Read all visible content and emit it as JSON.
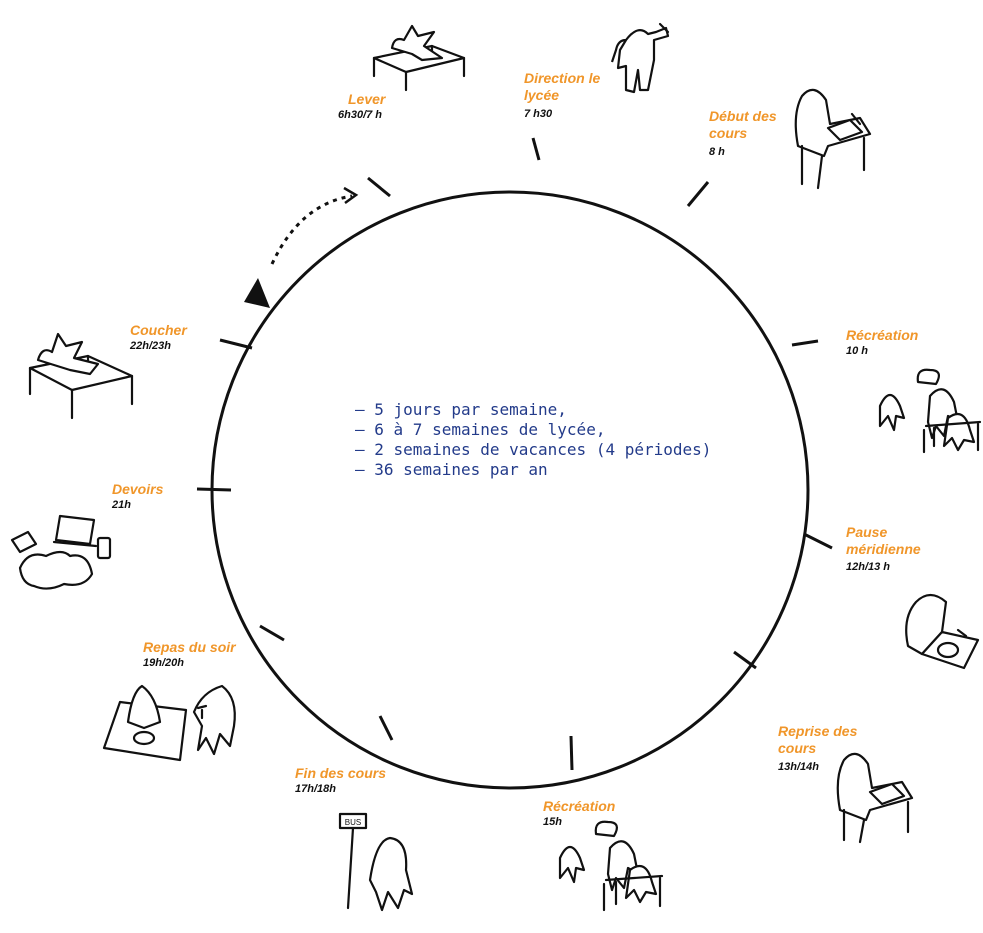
{
  "cycle": {
    "accent_color": "#f0962a",
    "text_color": "#111111",
    "note_color": "#233b8a",
    "steps": [
      {
        "id": "lever",
        "label": "Lever",
        "time": "6h30/7 h",
        "icon": "bed-sleeping-figure-icon"
      },
      {
        "id": "direction",
        "label": "Direction le lycée",
        "time": "7 h30",
        "icon": "person-walking-icon"
      },
      {
        "id": "debut",
        "label": "Début des cours",
        "time": "8 h",
        "icon": "student-at-desk-icon"
      },
      {
        "id": "recre1",
        "label": "Récréation",
        "time": "10 h",
        "icon": "students-chatting-icon"
      },
      {
        "id": "pause",
        "label": "Pause méridienne",
        "time": "12h/13 h",
        "icon": "lunch-plate-icon"
      },
      {
        "id": "reprise",
        "label": "Reprise des cours",
        "time": "13h/14h",
        "icon": "student-at-desk-icon"
      },
      {
        "id": "recre2",
        "label": "Récréation",
        "time": "15h",
        "icon": "students-chatting-icon"
      },
      {
        "id": "fin",
        "label": "Fin des cours",
        "time": "17h/18h",
        "icon": "bus-stop-icon"
      },
      {
        "id": "repas",
        "label": "Repas du soir",
        "time": "19h/20h",
        "icon": "dinner-table-icon"
      },
      {
        "id": "devoirs",
        "label": "Devoirs",
        "time": "21h",
        "icon": "homework-desk-icon"
      },
      {
        "id": "coucher",
        "label": "Coucher",
        "time": "22h/23h",
        "icon": "bed-sleeping-figure-icon"
      }
    ]
  },
  "notes": [
    "– 5 jours par semaine,",
    "– 6 à 7 semaines de lycée,",
    "– 2 semaines de vacances (4 périodes)",
    "– 36 semaines par an"
  ]
}
